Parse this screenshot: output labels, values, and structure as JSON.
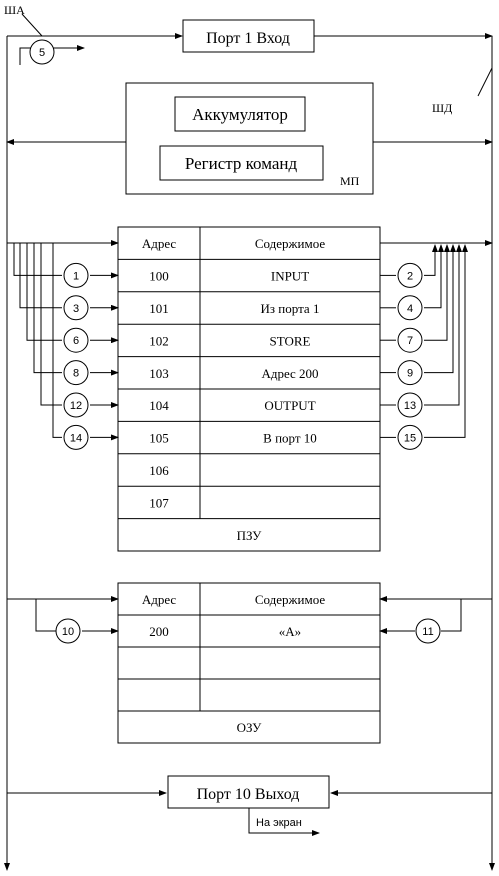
{
  "labels": {
    "address_bus": "ША",
    "data_bus": "ШД",
    "mp": "МП",
    "port_in": "Порт  1  Вход",
    "port_out": "Порт 10   Выход",
    "accumulator": "Аккумулятор",
    "instruction_register": "Регистр команд",
    "to_screen": "На экран"
  },
  "rom": {
    "header": {
      "address": "Адрес",
      "content": "Содержимое"
    },
    "rows": [
      {
        "address": "100",
        "content": "INPUT"
      },
      {
        "address": "101",
        "content": "Из порта 1"
      },
      {
        "address": "102",
        "content": "STORE"
      },
      {
        "address": "103",
        "content": "Адрес 200"
      },
      {
        "address": "104",
        "content": "OUTPUT"
      },
      {
        "address": "105",
        "content": "В порт 10"
      },
      {
        "address": "106",
        "content": ""
      },
      {
        "address": "107",
        "content": ""
      }
    ],
    "footer": "ПЗУ"
  },
  "ram": {
    "header": {
      "address": "Адрес",
      "content": "Содержимое"
    },
    "rows": [
      {
        "address": "200",
        "content": "«А»"
      },
      {
        "address": "",
        "content": ""
      },
      {
        "address": "",
        "content": ""
      }
    ],
    "footer": "ОЗУ"
  },
  "steps": {
    "left_rom": [
      "1",
      "3",
      "6",
      "8",
      "12",
      "14"
    ],
    "right_rom": [
      "2",
      "4",
      "7",
      "9",
      "13",
      "15"
    ],
    "ram_left": "10",
    "ram_right": "11",
    "top": "5"
  }
}
